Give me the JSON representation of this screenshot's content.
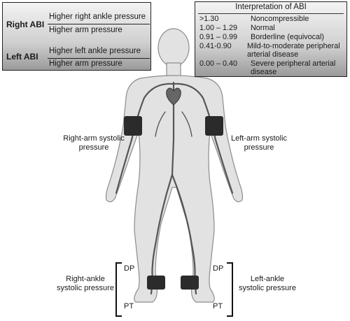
{
  "formula": {
    "right": {
      "name": "Right ABI",
      "numerator": "Higher right ankle pressure",
      "denominator": "Higher arm pressure"
    },
    "left": {
      "name": "Left ABI",
      "numerator": "Higher left ankle pressure",
      "denominator": "Higher arm pressure"
    }
  },
  "interpretation": {
    "title": "Interpretation of ABI",
    "rows": [
      {
        "range": ">1.30",
        "desc": "Noncompressible"
      },
      {
        "range": "1.00 – 1.29",
        "desc": "Normal"
      },
      {
        "range": "0.91 – 0.99",
        "desc": "Borderline (equivocal)"
      },
      {
        "range": "0.41-0.90",
        "desc": "Mild-to-moderate peripheral arterial disease"
      },
      {
        "range": "0.00 – 0.40",
        "desc": "Severe peripheral arterial disease"
      }
    ]
  },
  "sites": {
    "right_arm": "Right-arm systolic pressure",
    "left_arm": "Left-arm systolic pressure",
    "right_ankle": "Right-ankle systolic pressure",
    "left_ankle": "Left-ankle systolic pressure"
  },
  "arteries": {
    "dp": "DP",
    "pt": "PT"
  },
  "colors": {
    "body_fill": "#e2e2e2",
    "body_outline": "#8c8c8c",
    "artery": "#555555",
    "cuff": "#2b2b2b"
  }
}
